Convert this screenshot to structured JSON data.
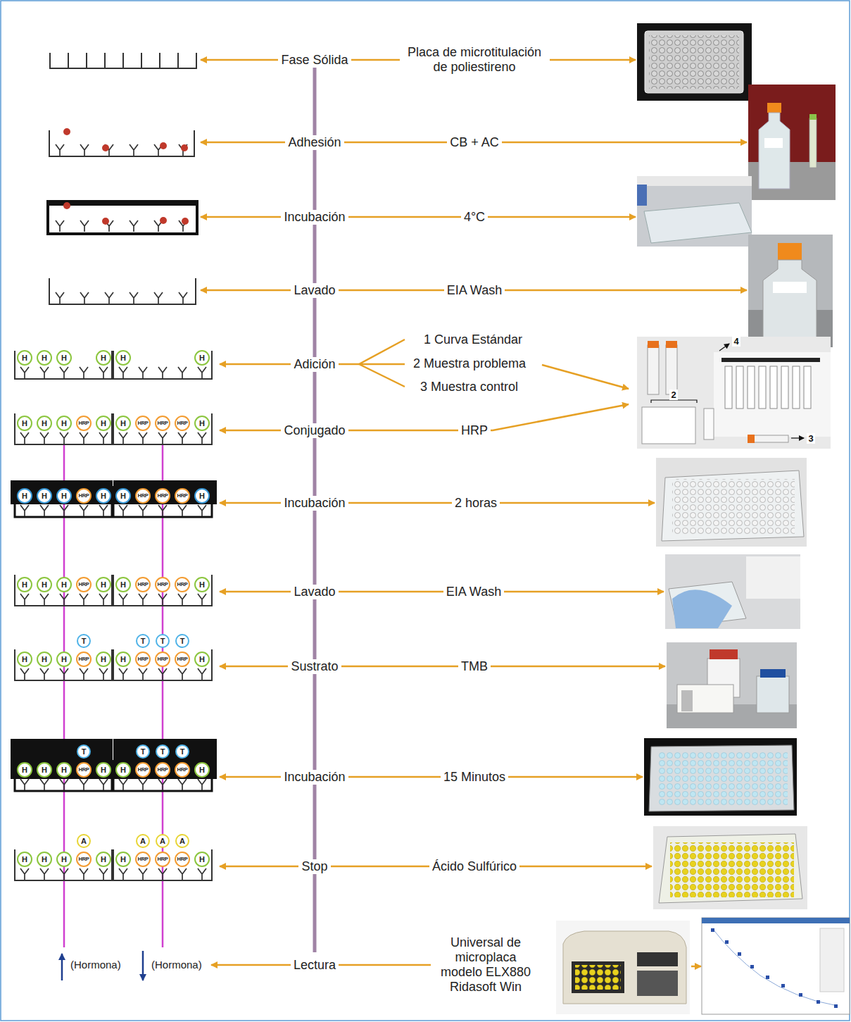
{
  "diagram": {
    "labels": [
      "Fase Sólida",
      "Adhesión",
      "Incubación",
      "Lavado",
      "Adición",
      "Conjugado",
      "Incubación",
      "Lavado",
      "Sustrato",
      "Incubación",
      "Stop",
      "Lectura",
      "Placa de microtitulación de poliestireno",
      "CB + AC",
      "4°C",
      "EIA Wash",
      "1 Curva Estándar",
      "2 Muestra problema",
      "3 Muestra control",
      "HRP",
      "2 horas",
      "EIA Wash",
      "TMB",
      "15 Minutos",
      "Ácido Sulfúrico",
      "Universal de microplaca modelo ELX880 Ridasoft Win",
      "4",
      "2",
      "3",
      "H",
      "H",
      "H",
      "H",
      "H",
      "H",
      "H",
      "H",
      "H",
      "HRP",
      "H",
      "H",
      "HRP",
      "HRP",
      "HRP",
      "H",
      "H",
      "H",
      "H",
      "HRP",
      "H",
      "H",
      "HRP",
      "HRP",
      "HRP",
      "H",
      "H",
      "H",
      "H",
      "HRP",
      "H",
      "H",
      "HRP",
      "HRP",
      "HRP",
      "H",
      "H",
      "H",
      "H",
      "HRP",
      "H",
      "H",
      "HRP",
      "HRP",
      "HRP",
      "H",
      "T",
      "T",
      "T",
      "T",
      "H",
      "H",
      "H",
      "HRP",
      "H",
      "H",
      "HRP",
      "HRP",
      "HRP",
      "H",
      "T",
      "T",
      "T",
      "T",
      "H",
      "H",
      "H",
      "HRP",
      "H",
      "H",
      "HRP",
      "HRP",
      "HRP",
      "H",
      "A",
      "A",
      "A",
      "A",
      "(Hormona)",
      "(Hormona)"
    ]
  }
}
